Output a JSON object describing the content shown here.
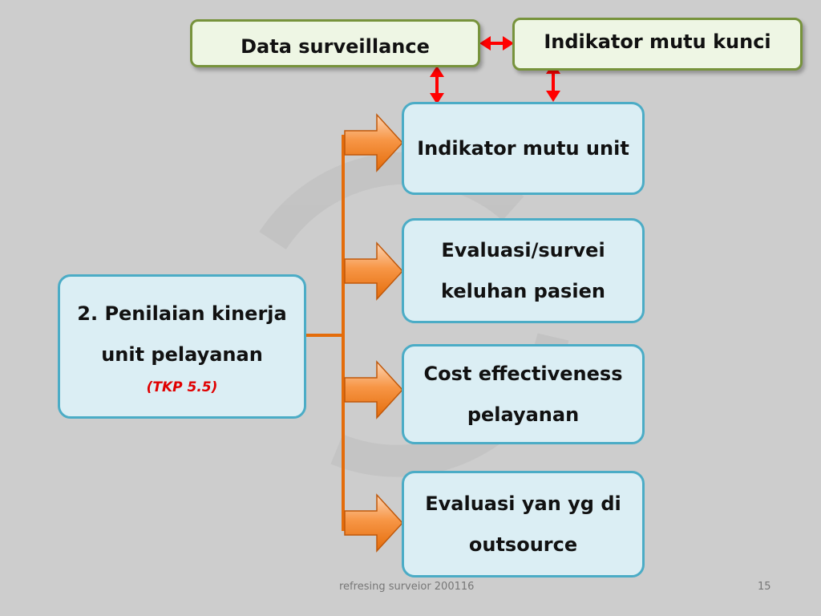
{
  "top": {
    "data_surveillance": "Data surveillance",
    "indikator_mutu_kunci": "Indikator mutu kunci"
  },
  "source": {
    "line1": "2. Penilaian kinerja",
    "line2": "unit pelayanan",
    "ref": "(TKP 5.5)"
  },
  "targets": [
    {
      "lines": [
        "Indikator mutu unit"
      ]
    },
    {
      "lines": [
        "Evaluasi/survei",
        "keluhan pasien"
      ]
    },
    {
      "lines": [
        "Cost effectiveness",
        "pelayanan"
      ]
    },
    {
      "lines": [
        "Evaluasi yan yg di",
        "outsource"
      ]
    }
  ],
  "footer": {
    "text": "refresing surveior 200116",
    "page": "15"
  },
  "colors": {
    "background": "#cdcdcd",
    "green_border": "#77933c",
    "blue_border": "#4bacc6",
    "connector": "#e46c0a",
    "red_arrow": "#ff0000"
  }
}
